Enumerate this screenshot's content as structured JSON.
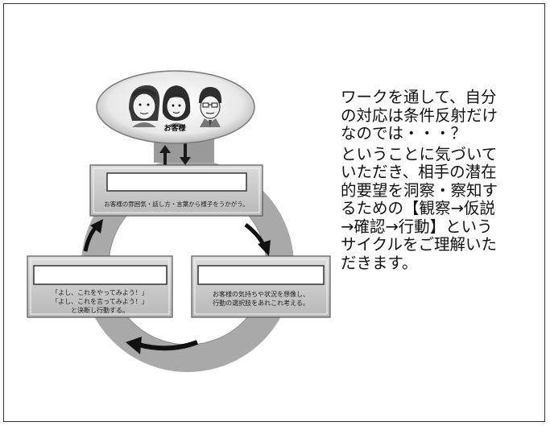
{
  "customer_label": "お客様",
  "top_box_caption": "お客様の雰囲気・話し方・言葉から様子をうかがう。",
  "right_box_caption": "お客様の気持ちや状況を想像し、\n行動の選択肢をあれこれ考える。",
  "left_box_caption": "「よし、これをやってみよう！」\n「よし、これを言ってみよう！」\nと決断し行動する。",
  "description": {
    "line1": "ワークを通して、自分\nの対応は条件反射だけ\nなのでは・・・？",
    "line2": "ということに気づいて\nいただき、相手の潜在\n的要望を洞察・察知す\nるための【観察→仮説\n→確認→行動】という\nサイクルをご理解いた\nだきます。"
  }
}
